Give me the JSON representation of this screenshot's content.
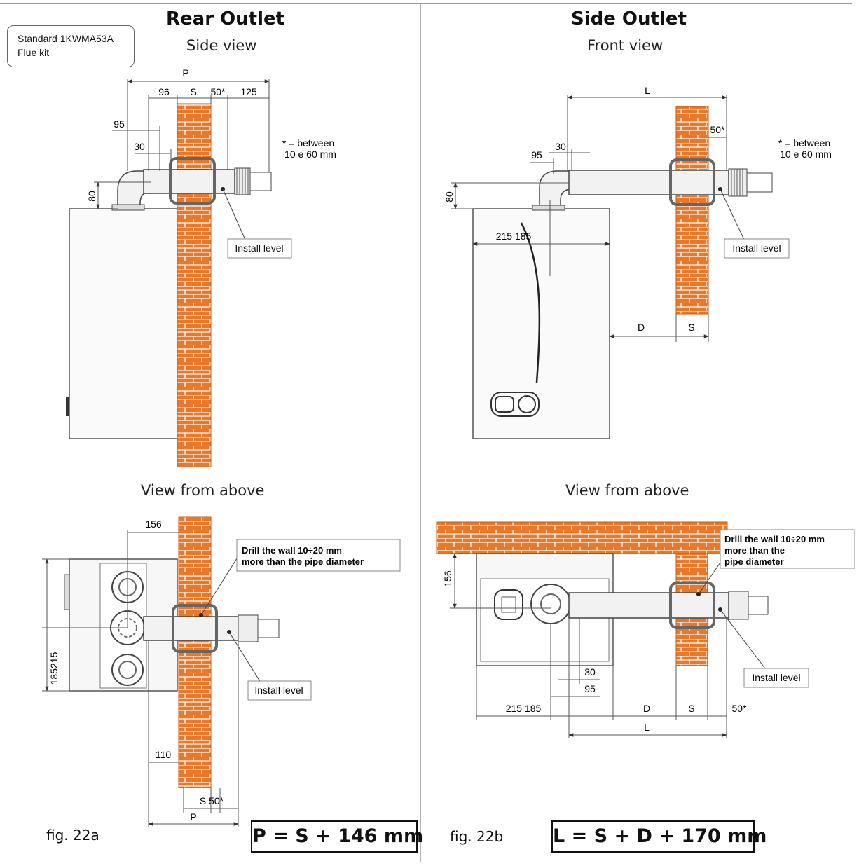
{
  "rear": {
    "title": "Rear Outlet",
    "side_view": "Side view",
    "top_view": "View from above",
    "kit_line1": "Standard 1KWMA53A",
    "kit_line2": "Flue kit",
    "note_line1": "* = between",
    "note_line2": "10 e 60 mm",
    "install_level": "Install level",
    "install_level_top": "Install level",
    "drill_line1": "Drill the wall 10÷20 mm",
    "drill_line2": "more than the pipe diameter",
    "dims": {
      "p": "P",
      "d96": "96",
      "s": "S",
      "d50": "50*",
      "d125": "125",
      "d95": "95",
      "d30": "30",
      "d80": "80",
      "d156": "156",
      "d185215": "185215",
      "d110": "110",
      "s50": "S 50*",
      "p_bottom": "P"
    },
    "fig": "fig. 22a",
    "formula": "P = S + 146 mm"
  },
  "side": {
    "title": "Side Outlet",
    "front_view": "Front view",
    "top_view": "View from above",
    "note_line1": "* = between",
    "note_line2": "10 e 60 mm",
    "install_level": "Install level",
    "install_level_top": "Install level",
    "drill_line1": "Drill the wall 10÷20 mm",
    "drill_line2": "more than the",
    "drill_line3": "pipe diameter",
    "dims": {
      "l": "L",
      "d50": "50*",
      "d95": "95",
      "d30": "30",
      "d80": "80",
      "d215185": "215 185",
      "d": "D",
      "s": "S",
      "d156": "156",
      "d30b": "30",
      "d95b": "95",
      "d215185b": "215 185",
      "db": "D",
      "sb": "S",
      "d50b": "50*",
      "lb": "L"
    },
    "fig": "fig. 22b",
    "formula": "L = S + D + 170 mm"
  },
  "colors": {
    "brick": "#E8782A",
    "mortar": "#FFFFFF",
    "line": "#333333",
    "pipe": "#F2F2F2"
  }
}
